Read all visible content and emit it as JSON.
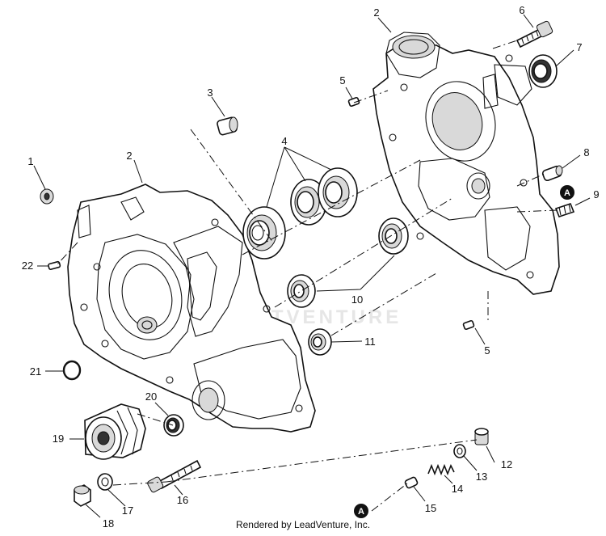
{
  "callouts": {
    "c1": "1",
    "c2a": "2",
    "c2b": "2",
    "c3": "3",
    "c4": "4",
    "c5a": "5",
    "c5b": "5",
    "c6": "6",
    "c7": "7",
    "c8": "8",
    "c9": "9",
    "c10": "10",
    "c11": "11",
    "c12": "12",
    "c13": "13",
    "c14": "14",
    "c15": "15",
    "c16": "16",
    "c17": "17",
    "c18": "18",
    "c19": "19",
    "c20": "20",
    "c21": "21",
    "c22": "22"
  },
  "reference_marker": "A",
  "watermark": "PARTVENTURE",
  "credit": "Rendered by LeadVenture, Inc."
}
